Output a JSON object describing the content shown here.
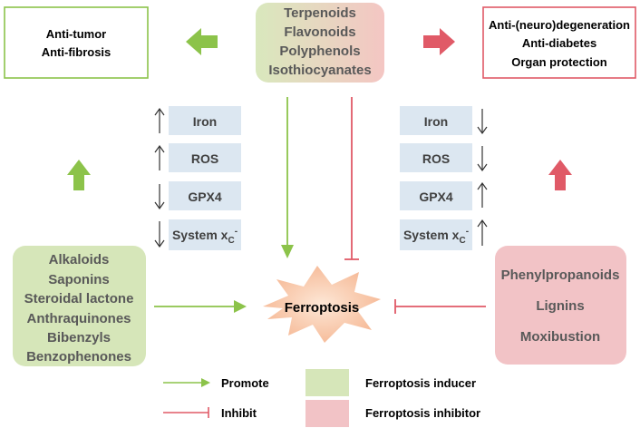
{
  "top_center": {
    "items": [
      "Terpenoids",
      "Flavonoids",
      "Polyphenols",
      "Isothiocyanates"
    ]
  },
  "top_left_effects": [
    "Anti-tumor",
    "Anti-fibrosis"
  ],
  "top_right_effects": [
    "Anti-(neuro)degeneration",
    "Anti-diabetes",
    "Organ protection"
  ],
  "left_markers": [
    "Iron",
    "ROS",
    "GPX4",
    "System x"
  ],
  "right_markers": [
    "Iron",
    "ROS",
    "GPX4",
    "System x"
  ],
  "system_subscript": "C",
  "system_superscript": "-",
  "center": {
    "label": "Ferroptosis"
  },
  "bottom_left": {
    "items": [
      "Alkaloids",
      "Saponins",
      "Steroidal lactone",
      "Anthraquinones",
      "Bibenzyls",
      "Benzophenones"
    ]
  },
  "bottom_right": {
    "items": [
      "Phenylpropanoids",
      "Lignins",
      "Moxibustion"
    ]
  },
  "legend": {
    "promote": "Promote",
    "inhibit": "Inhibit",
    "inducer": "Ferroptosis inducer",
    "inhibitor": "Ferroptosis inhibitor"
  },
  "colors": {
    "inducer_fill": "#d6e6b9",
    "inhibitor_fill": "#f2c3c6",
    "marker_fill": "#dce7f1",
    "green_arrow": "#8cc34a",
    "red_arrow": "#e05a67",
    "burst_fill": "#f7c4a6",
    "text_gray": "#595959"
  }
}
